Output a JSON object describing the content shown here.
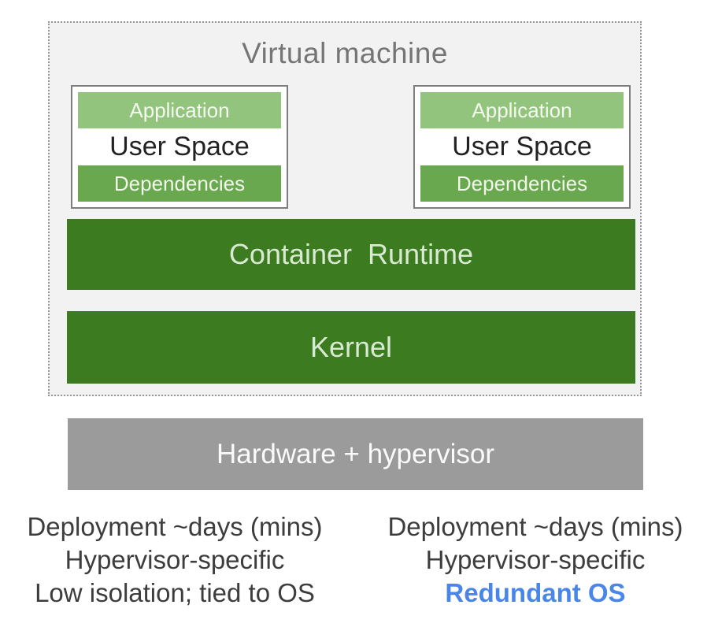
{
  "vm": {
    "title": "Virtual machine",
    "containers": [
      {
        "application": "Application",
        "user_space": "User Space",
        "dependencies": "Dependencies"
      },
      {
        "application": "Application",
        "user_space": "User Space",
        "dependencies": "Dependencies"
      }
    ],
    "container_runtime": "Container  Runtime",
    "kernel": "Kernel"
  },
  "hardware": {
    "label": "Hardware + hypervisor"
  },
  "notes": {
    "left": [
      "Deployment ~days (mins)",
      "Hypervisor-specific",
      "Low isolation; tied to OS"
    ],
    "right": [
      "Deployment ~days (mins)",
      "Hypervisor-specific",
      "Redundant OS"
    ]
  },
  "colors": {
    "application_green": "#93c47d",
    "dependencies_green": "#6aa84f",
    "dark_green": "#3c7b1f",
    "dark_green_text": "#d9ead3",
    "hardware_gray": "#9b9b9b",
    "vm_box_background": "#f2f2f2",
    "vm_title_gray": "#757575",
    "note_text_gray": "#3d3d3d",
    "redundant_os_blue": "#4a86e8"
  }
}
